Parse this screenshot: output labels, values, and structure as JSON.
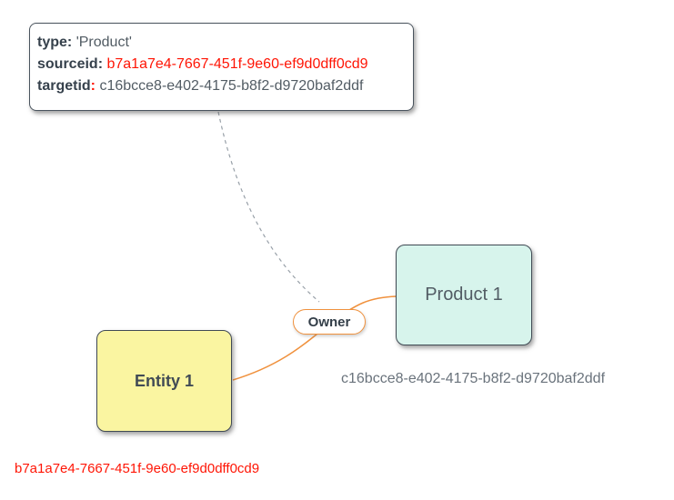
{
  "tooltip": {
    "rows": [
      {
        "label": "type",
        "colon": ":",
        "value": "'Product'"
      },
      {
        "label": "sourceid",
        "colon": ":",
        "value": "b7a1a7e4-7667-451f-9e60-ef9d0dff0cd9"
      },
      {
        "label": "targetid",
        "colon": ":",
        "value": "c16bcce8-e402-4175-b8f2-d9720baf2ddf"
      }
    ]
  },
  "nodes": [
    {
      "id": "entity",
      "label": "Entity 1",
      "caption": "b7a1a7e4-7667-451f-9e60-ef9d0dff0cd9"
    },
    {
      "id": "product",
      "label": "Product 1",
      "caption": "c16bcce8-e402-4175-b8f2-d9720baf2ddf"
    }
  ],
  "edge": {
    "label": "Owner"
  },
  "colors": {
    "red": "#ff1505",
    "orange_edge": "#f0913d",
    "entity_fill": "#faf5a1",
    "product_fill": "#d7f4ec",
    "node_border": "#404a54",
    "dark_label": "#36414c",
    "gray_value": "#525c64",
    "caption_gray": "#6a737c",
    "dashed_gray": "#98a0a8"
  }
}
